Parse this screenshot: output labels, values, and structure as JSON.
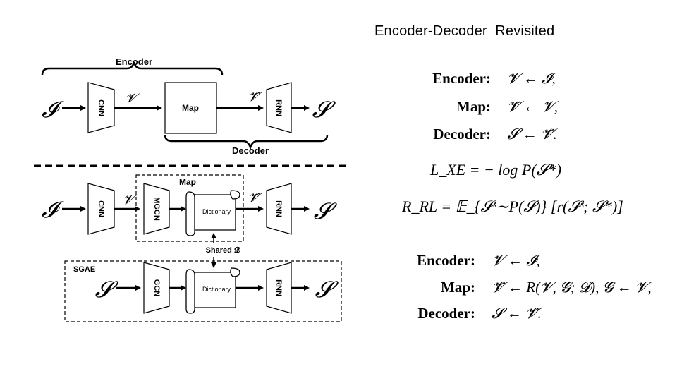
{
  "title": "Encoder-Decoder  Revisited",
  "top_diagram": {
    "encoder_label": "Encoder",
    "decoder_label": "Decoder",
    "input_symbol": "𝓘",
    "cnn_label": "CNN",
    "v_label": "𝓥",
    "map_label": "Map",
    "vhat_label": "𝓥̂",
    "rnn_label": "RNN",
    "output_symbol": "𝓢"
  },
  "bottom_diagram": {
    "map_label": "Map",
    "input_symbol": "𝓘",
    "cnn_label": "CNN",
    "v_label": "𝓥",
    "mgcn_label": "MGCN",
    "dictionary_label": "Dictionary",
    "vhat_label": "𝓥̂",
    "rnn_label": "RNN",
    "output_symbol": "𝓢",
    "shared_label": "Shared 𝓓",
    "sgae_label": "SGAE",
    "sgae_input_symbol": "𝓢",
    "gcn_label": "GCN",
    "sgae_dictionary_label": "Dictionary",
    "sgae_rnn_label": "RNN",
    "sgae_output_symbol": "𝓢"
  },
  "equations_top": [
    {
      "label": "Encoder:",
      "rhs": "𝓥 ← 𝓘,"
    },
    {
      "label": "Map:",
      "rhs": "𝓥̂ ← 𝓥,"
    },
    {
      "label": "Decoder:",
      "rhs": "𝓢 ← 𝓥̂."
    }
  ],
  "loss_xe": "L_XE = − log P(𝓢*)",
  "loss_rl": "R_RL = 𝔼_{𝓢ˢ∼P(𝓢)} [r(𝓢ˢ; 𝓢*)]",
  "equations_bottom": [
    {
      "label": "Encoder:",
      "rhs": "𝓥 ← 𝓘,"
    },
    {
      "label": "Map:",
      "rhs": "𝓥̂ ← R(𝓥, 𝓖; 𝓓),  𝓖 ← 𝓥,"
    },
    {
      "label": "Decoder:",
      "rhs": "𝓢 ← 𝓥̂."
    }
  ]
}
